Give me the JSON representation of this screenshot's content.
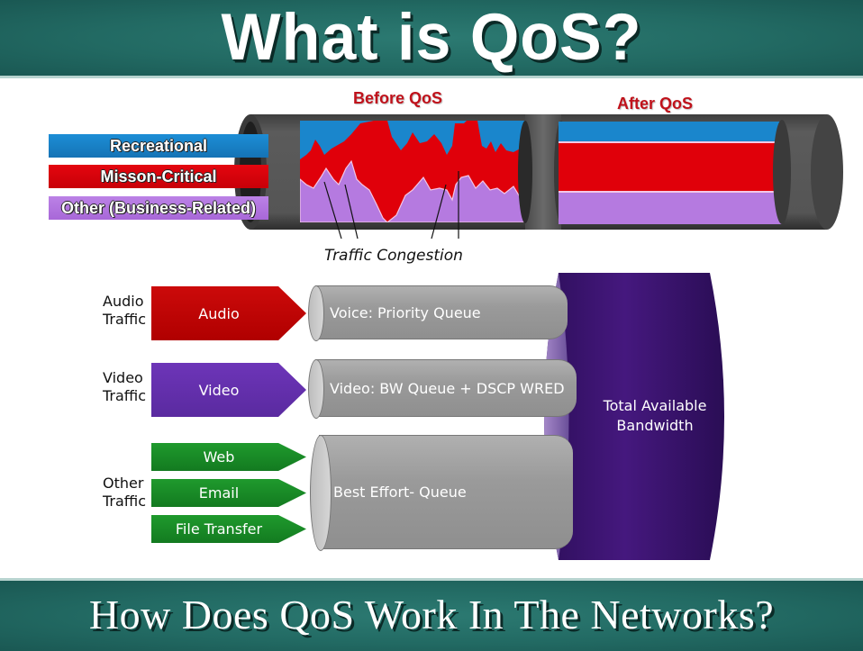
{
  "header": {
    "title": "What is QoS?"
  },
  "footer": {
    "title": "How Does QoS Work In The Networks?"
  },
  "pipe_section": {
    "before_label": "Before QoS",
    "after_label": "After QoS",
    "legend": [
      {
        "label": "Recreational",
        "color": "#1a86cc"
      },
      {
        "label": "Misson-Critical",
        "color": "#e0000a"
      },
      {
        "label": "Other (Business-Related)",
        "color": "#b57ae0"
      }
    ],
    "annotation": "Traffic Congestion"
  },
  "queue_section": {
    "groups": [
      {
        "label_line1": "Audio",
        "label_line2": "Traffic",
        "arrows": [
          "Audio"
        ],
        "queue": "Voice: Priority Queue",
        "color": "#c00000"
      },
      {
        "label_line1": "Video",
        "label_line2": "Traffic",
        "arrows": [
          "Video"
        ],
        "queue": "Video: BW Queue + DSCP WRED",
        "color": "#5f2ea8"
      },
      {
        "label_line1": "Other",
        "label_line2": "Traffic",
        "arrows": [
          "Web",
          "Email",
          "File Transfer"
        ],
        "queue": "Best Effort- Queue",
        "color": "#188a26"
      }
    ],
    "bandwidth_line1": "Total Available",
    "bandwidth_line2": "Bandwidth",
    "bandwidth_color": "#3a1670"
  }
}
